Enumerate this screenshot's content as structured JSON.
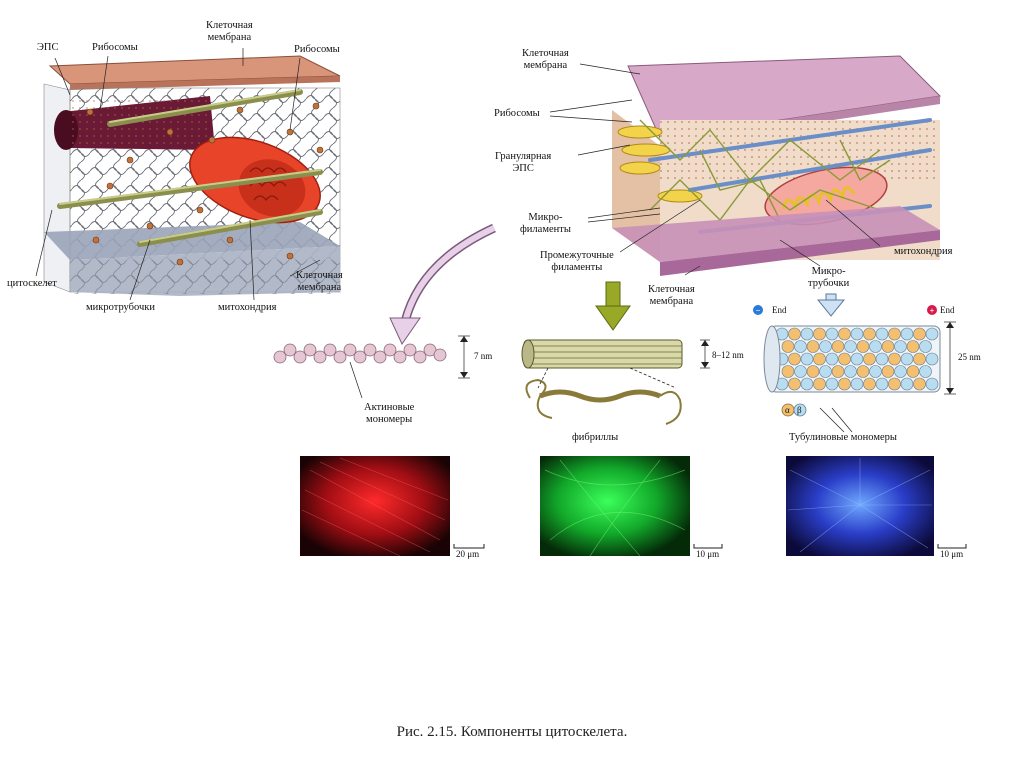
{
  "left_panel": {
    "labels": {
      "eps": "ЭПС",
      "ribosomes_1": "Рибосомы",
      "membrane_top": "Клеточная\nмембрана",
      "ribosomes_2": "Рибосомы",
      "cytoskeleton": "цитоскелет",
      "microtubules": "микротрубочки",
      "mitochondria": "митохондрия",
      "membrane_bottom": "Клеточная\nмембрана"
    }
  },
  "right_panel": {
    "labels": {
      "membrane_top": "Клеточная\nмембрана",
      "ribosomes": "Рибосомы",
      "granular_eps": "Гранулярная\nЭПС",
      "microfilaments": "Микро-\nфиламенты",
      "intermediate_filaments": "Промежуточные\nфиламенты",
      "membrane_bottom": "Клеточная\nмембрана",
      "microtubules": "Микро-\nтрубочки",
      "mitochondria": "митохондрия"
    }
  },
  "filaments": {
    "actin": {
      "label": "Актиновые\nмономеры",
      "dimension": "7 nm",
      "scale_bar": "20 μm"
    },
    "intermediate": {
      "label": "фибриллы",
      "dimension": "8–12 nm",
      "scale_bar": "10 μm"
    },
    "microtubule": {
      "label": "Тубулиновые мономеры",
      "dimension": "25 nm",
      "scale_bar": "10 μm",
      "minus_end": "End",
      "plus_end": "End",
      "alpha": "α",
      "beta": "β"
    }
  },
  "caption": "Рис. 2.15. Компоненты цитоскелета.",
  "colors": {
    "actin_micrograph": "#d0141e",
    "intermediate_micrograph": "#19c43a",
    "tubulin_micrograph": "#3b5cf0",
    "membrane_pink": "#e8a0a8",
    "mitochondria_red": "#e8442a"
  }
}
